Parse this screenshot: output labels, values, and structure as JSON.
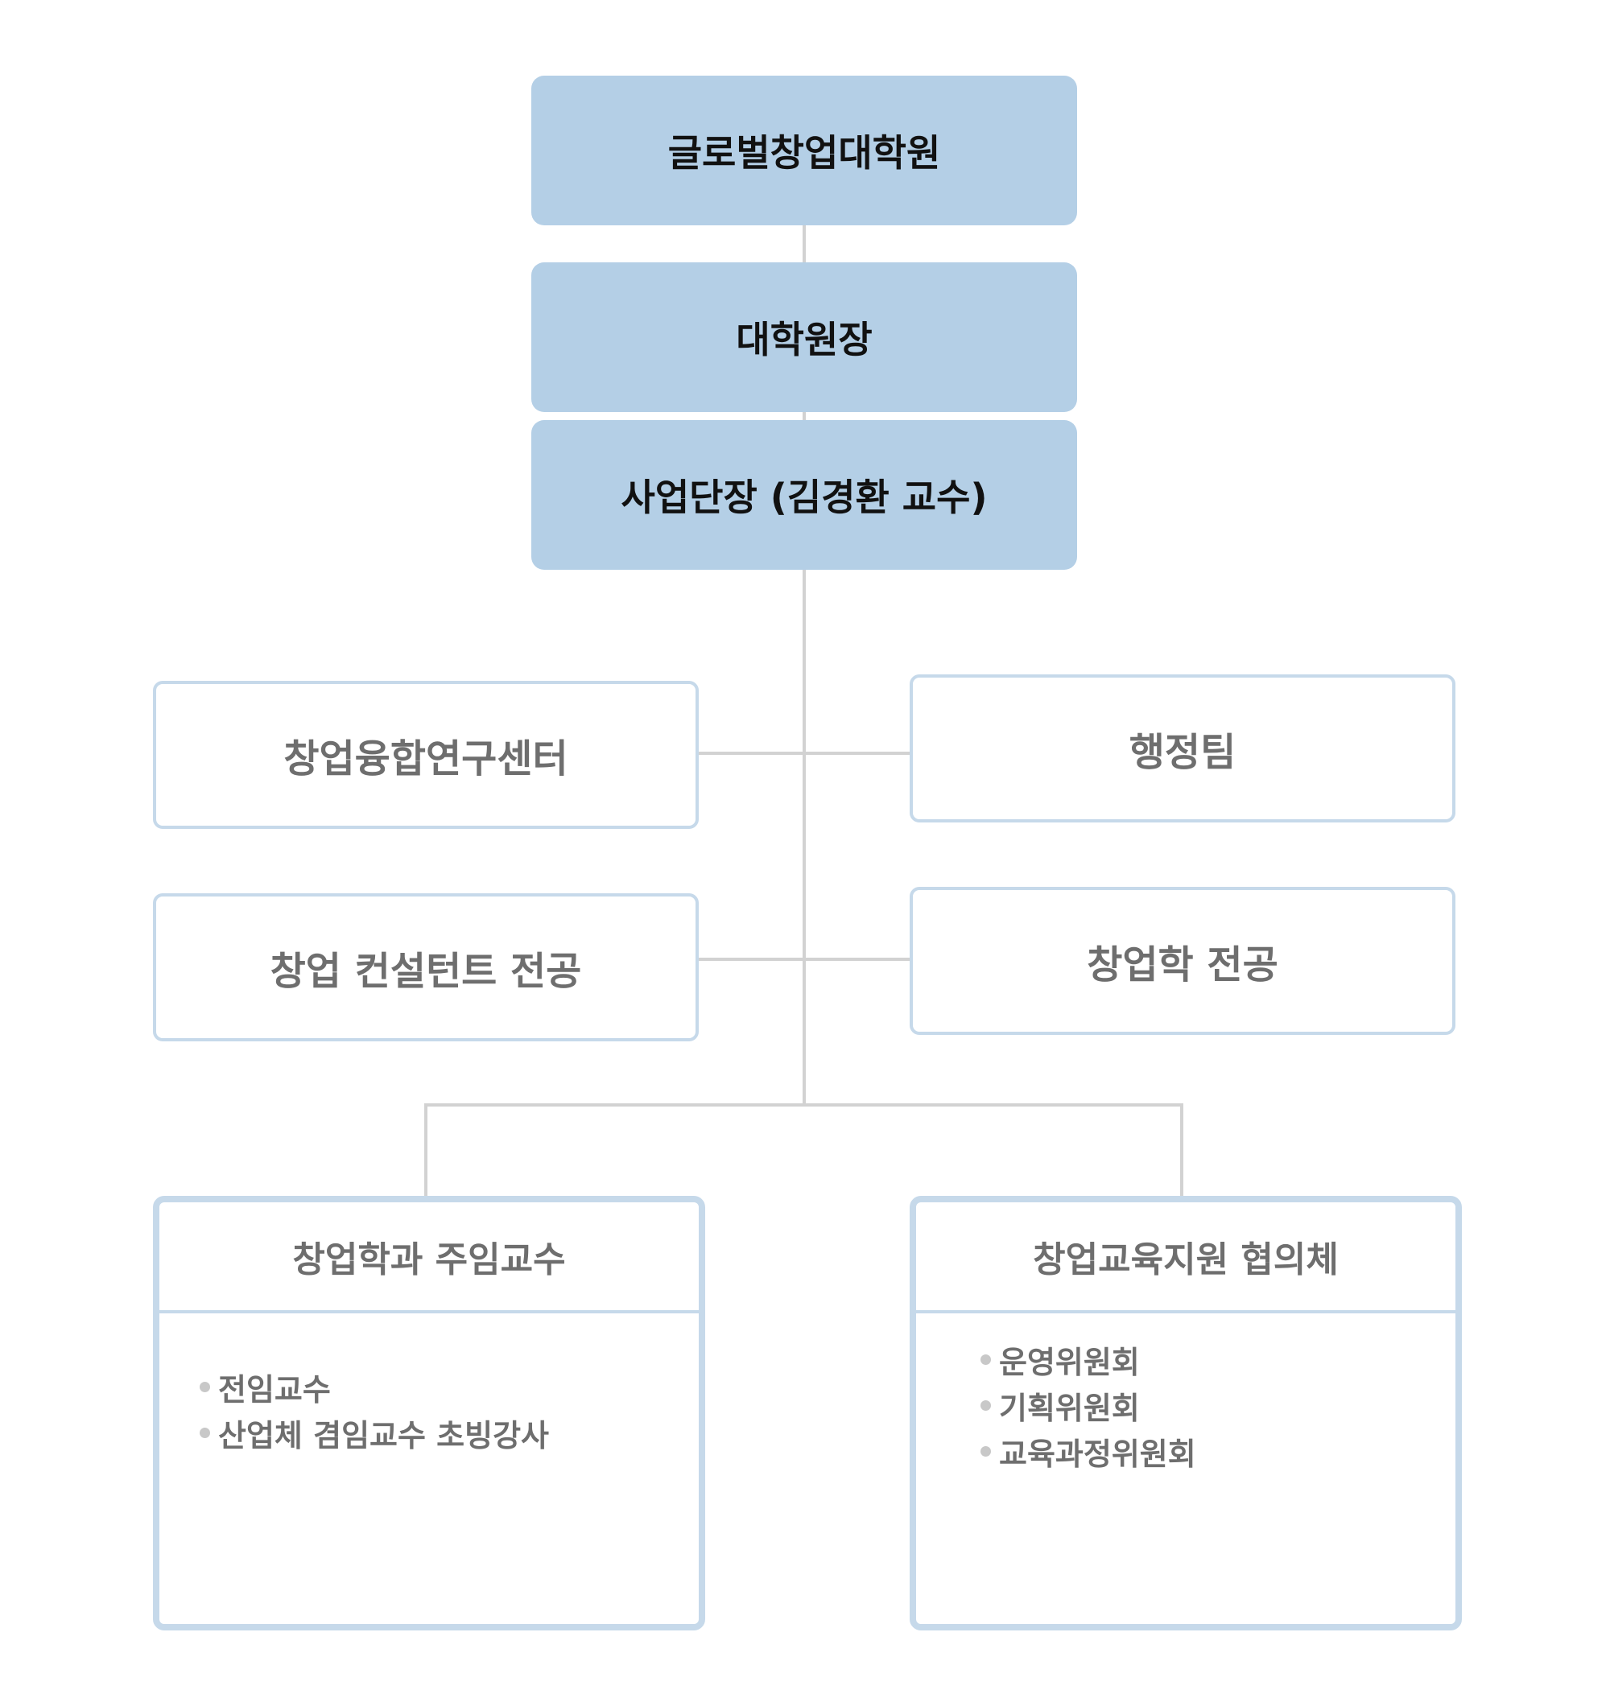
{
  "org_chart": {
    "root": "글로벌창업대학원",
    "dean": "대학원장",
    "director": "사업단장 (김경환 교수)",
    "units": {
      "research_center": "창업융합연구센터",
      "admin_team": "행정팀",
      "consultant_major": "창업 컨설턴트 전공",
      "entrepreneurship_major": "창업학 전공"
    },
    "panels": [
      {
        "title": "창업학과 주임교수",
        "items": [
          "전임교수",
          "산업체 겸임교수 초빙강사"
        ]
      },
      {
        "title": "창업교육지원 협의체",
        "items": [
          "운영위원회",
          "기획위원회",
          "교육과정위원회"
        ]
      }
    ]
  },
  "colors": {
    "top_box_fill": "#b4cfe6",
    "unit_border": "#c6d9ea",
    "connector": "#d2d2d2",
    "unit_text": "#6e6e6e",
    "top_text": "#111111"
  }
}
